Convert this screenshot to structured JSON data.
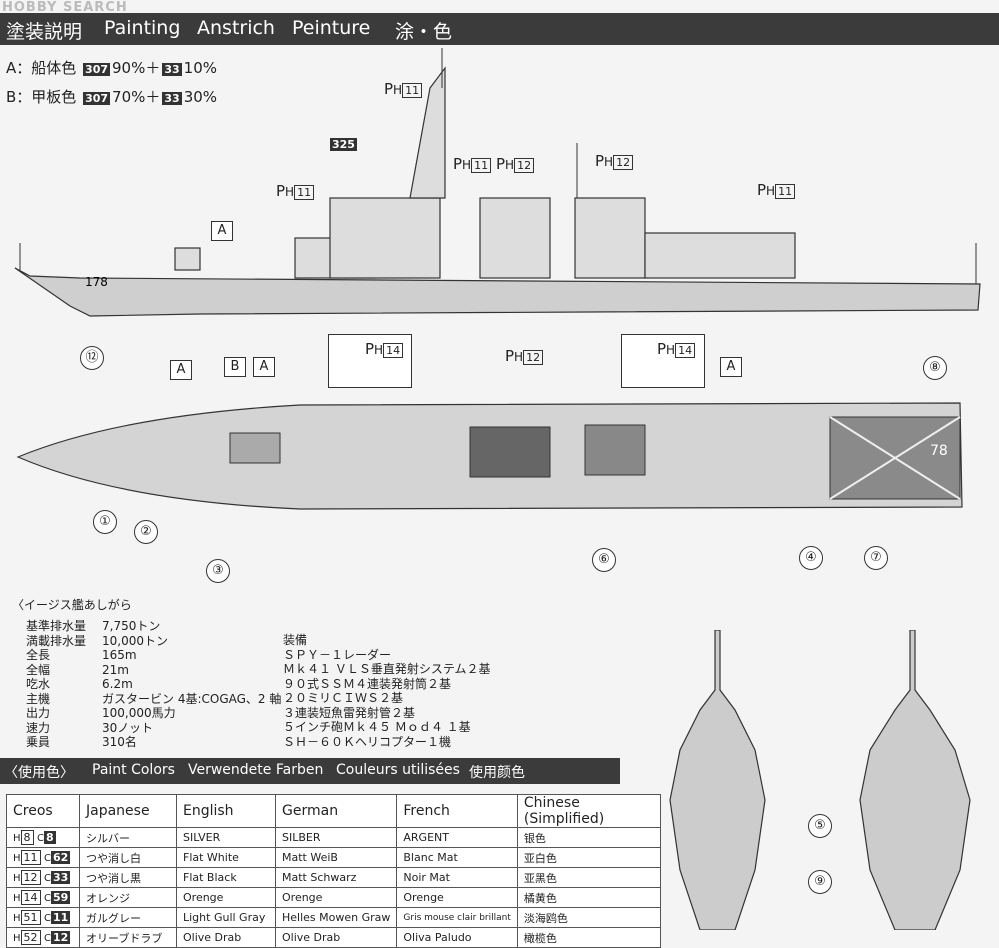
{
  "watermark": "HOBBY SEARCH",
  "header": {
    "t1": "塗装説明",
    "t2": "Painting",
    "t3": "Anstrich",
    "t4": "Peinture",
    "t5": "涂・色"
  },
  "recipes": [
    {
      "label": "A：船体色",
      "c1": "307",
      "p1": "90%＋",
      "c2": "33",
      "p2": "10%"
    },
    {
      "label": "B：甲板色",
      "c1": "307",
      "p1": "70%＋",
      "c2": "33",
      "p2": "30%"
    }
  ],
  "callouts": {
    "ph": "P",
    "sub": "H",
    "n11": "11",
    "n12": "12",
    "n14": "14",
    "n325": "325",
    "A": "A",
    "B": "B",
    "hull": "178",
    "deck": "78"
  },
  "circles": [
    "①",
    "②",
    "③",
    "④",
    "⑤",
    "⑥",
    "⑦",
    "⑧",
    "⑨",
    "⑫"
  ],
  "specs": {
    "title": "〈イージス艦あしがら",
    "rows": [
      {
        "k": "基準排水量",
        "v": "7,750トン"
      },
      {
        "k": "満載排水量",
        "v": "10,000トン"
      },
      {
        "k": "全長",
        "v": "165m"
      },
      {
        "k": "全幅",
        "v": "21m"
      },
      {
        "k": "吃水",
        "v": "6.2m"
      },
      {
        "k": "主機",
        "v": "ガスタービン 4基:COGAG、2 軸"
      },
      {
        "k": "出力",
        "v": "100,000馬力"
      },
      {
        "k": "速力",
        "v": "30ノット"
      },
      {
        "k": "乗員",
        "v": "310名"
      }
    ],
    "equip_title": "装備",
    "equip": [
      "ＳＰＹ－１レーダー",
      "Ｍｋ４１ ＶＬＳ垂直発射システム２基",
      "９０式ＳＳＭ４連装発射筒２基",
      "２０ミリＣＩＷＳ２基",
      "３連装短魚雷発射管２基",
      "５インチ砲Ｍｋ４５ Ｍｏｄ４ １基",
      "ＳＨ－６０Ｋヘリコプター１機"
    ]
  },
  "paint_bar": {
    "t1": "〈使用色〉",
    "t2": "Paint Colors",
    "t3": "Verwendete Farben",
    "t4": "Couleurs utilisées",
    "t5": "使用颜色"
  },
  "table": {
    "headers": [
      "Creos",
      "Japanese",
      "English",
      "German",
      "French",
      "Chinese (Simplified)"
    ],
    "rows": [
      {
        "h": "8",
        "c": "8",
        "jp": "シルバー",
        "en": "SILVER",
        "de": "SILBER",
        "fr": "ARGENT",
        "zh": "银色"
      },
      {
        "h": "11",
        "c": "62",
        "jp": "つや消し白",
        "en": "Flat White",
        "de": "Matt WeiB",
        "fr": "Blanc Mat",
        "zh": "亚白色"
      },
      {
        "h": "12",
        "c": "33",
        "jp": "つや消し黒",
        "en": "Flat Black",
        "de": "Matt Schwarz",
        "fr": "Noir Mat",
        "zh": "亚黑色"
      },
      {
        "h": "14",
        "c": "59",
        "jp": "オレンジ",
        "en": "Orenge",
        "de": "Orenge",
        "fr": "Orenge",
        "zh": "橘黄色"
      },
      {
        "h": "51",
        "c": "11",
        "jp": "ガルグレー",
        "en": "Light Gull Gray",
        "de": "Helles Mowen Graw",
        "fr": "Gris mouse clair brillant",
        "zh": "淡海鸥色"
      },
      {
        "h": "52",
        "c": "12",
        "jp": "オリーブドラブ",
        "en": "Olive Drab",
        "de": "Olive Drab",
        "fr": "Oliva Paludo",
        "zh": "橄榄色"
      }
    ]
  }
}
